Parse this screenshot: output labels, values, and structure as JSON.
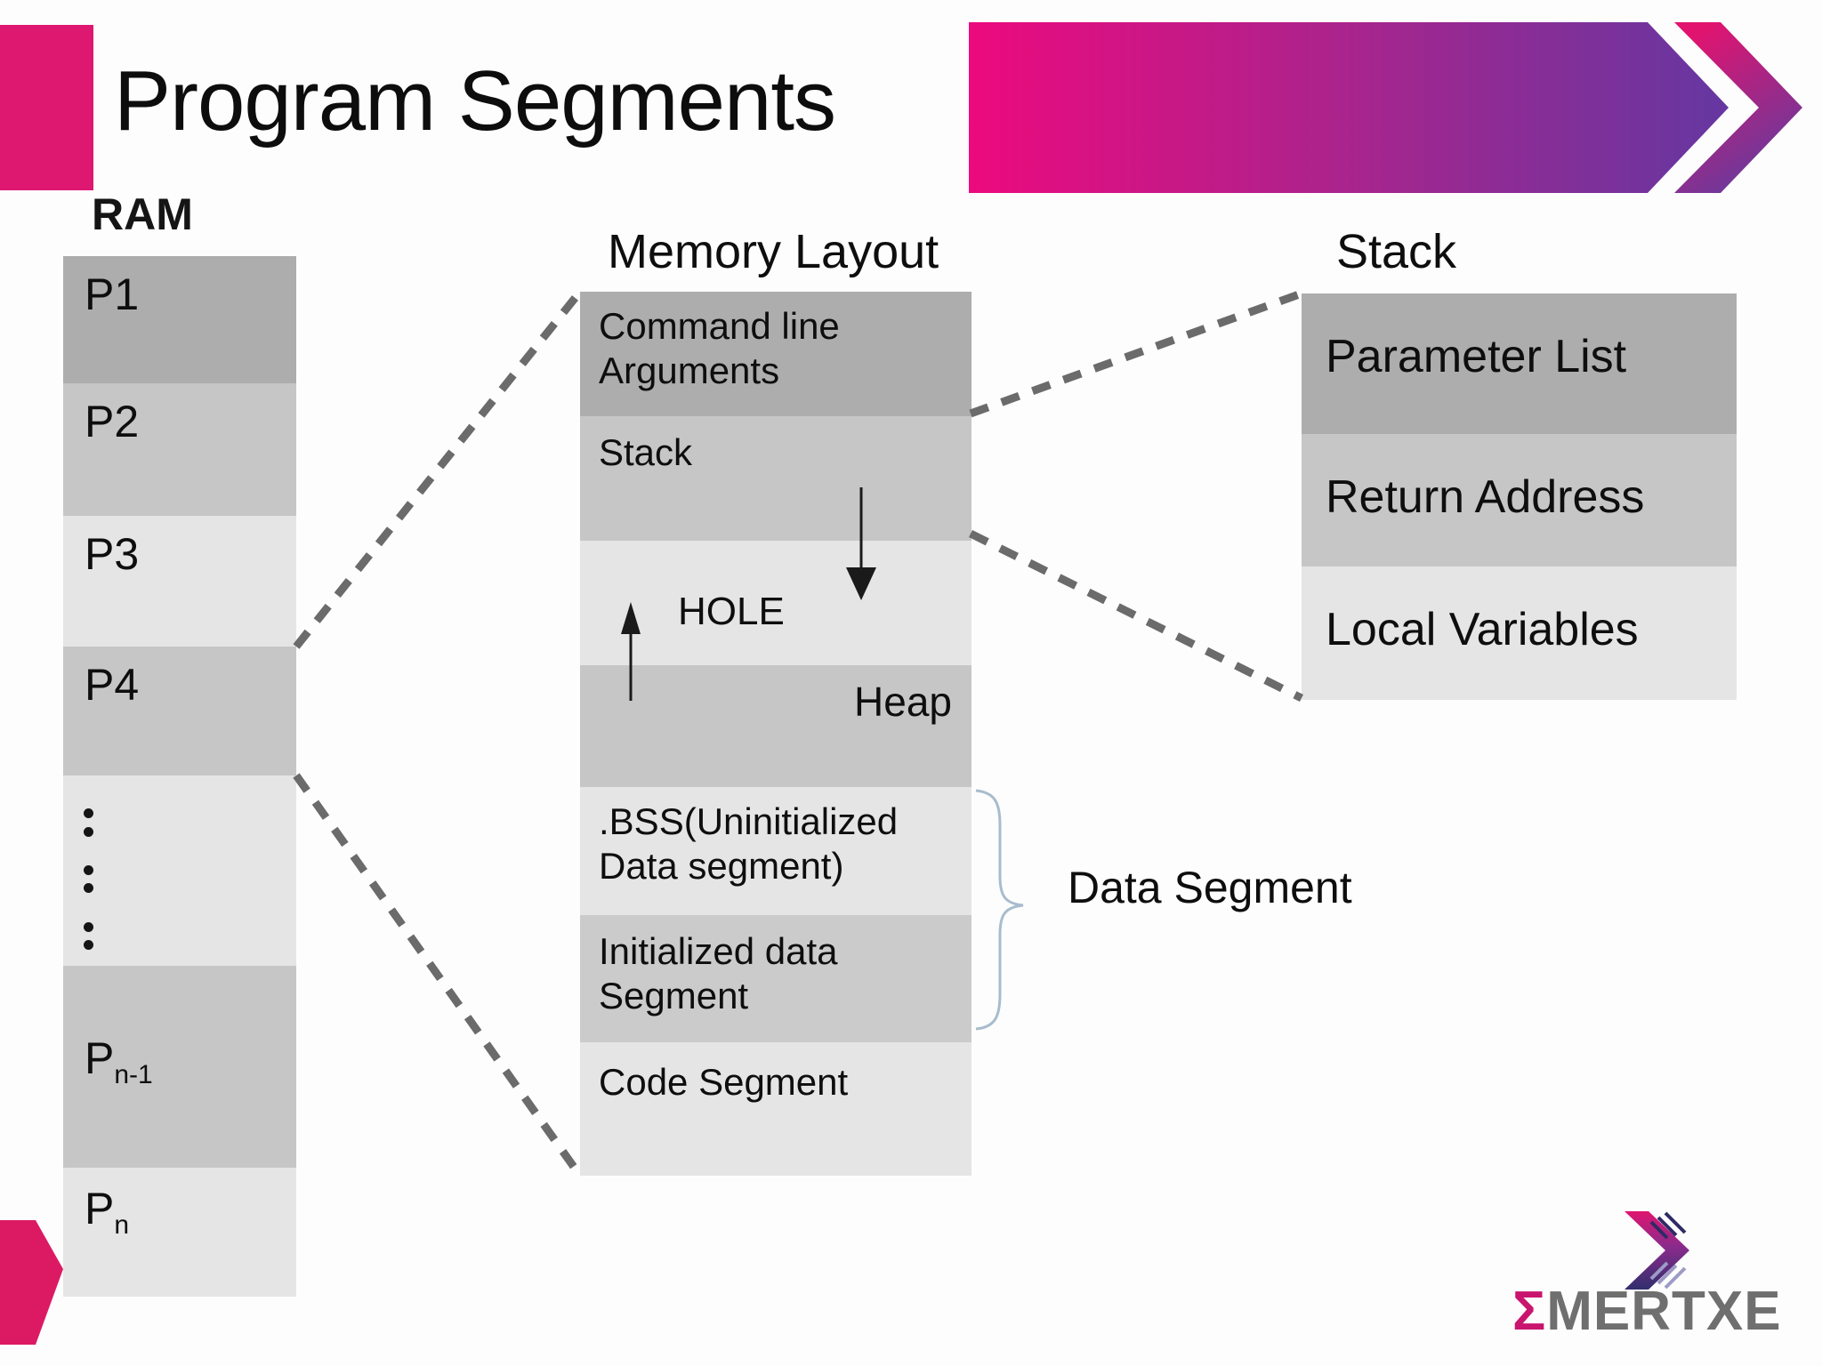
{
  "slide": {
    "title": "Program Segments"
  },
  "ram": {
    "header": "RAM",
    "blocks": [
      {
        "label": "P1",
        "sub": ""
      },
      {
        "label": "P2",
        "sub": ""
      },
      {
        "label": "P3",
        "sub": ""
      },
      {
        "label": "P4",
        "sub": ""
      },
      {
        "label": "P",
        "sub": "n-1"
      },
      {
        "label": "P",
        "sub": "n"
      }
    ]
  },
  "memory_layout": {
    "title": "Memory Layout",
    "blocks": {
      "command_line": "Command line Arguments",
      "stack": "Stack",
      "hole": "HOLE",
      "heap": "Heap",
      "bss": ".BSS(Uninitialized Data segment)",
      "initialized": "Initialized data Segment",
      "code": "Code Segment"
    }
  },
  "stack_detail": {
    "title": "Stack",
    "rows": [
      "Parameter List",
      "Return Address",
      "Local Variables"
    ]
  },
  "annotations": {
    "data_segment": "Data Segment"
  },
  "logo": {
    "sigma": "Σ",
    "name": "MERTXE"
  },
  "colors": {
    "accent_pink": "#DE1770",
    "corner_pink": "#DC1A64",
    "banner_gradient_start": "#EC0A7E",
    "banner_gradient_mid": "#A9248D",
    "banner_gradient_end": "#6537A1",
    "block_dark": "#ADADAD",
    "block_mid": "#C6C6C7",
    "block_light": "#E5E5E6",
    "block_init": "#CBCBCC",
    "connector_gray": "#6B6B6B",
    "brace_blue": "#A8BCCD",
    "logo_gray": "#6F6F6F"
  }
}
